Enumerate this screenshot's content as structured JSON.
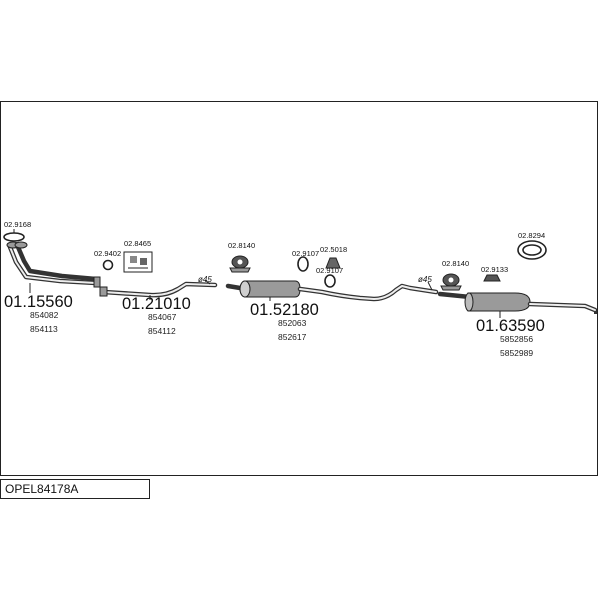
{
  "catalog_code": "OPEL84178A",
  "parts": [
    {
      "number": "01.15560",
      "refs": [
        "854082",
        "854113"
      ]
    },
    {
      "number": "01.21010",
      "refs": [
        "854067",
        "854112"
      ]
    },
    {
      "number": "01.52180",
      "refs": [
        "852063",
        "852617"
      ]
    },
    {
      "number": "01.63590",
      "refs": [
        "5852856",
        "5852989"
      ]
    }
  ],
  "accessories": {
    "a1": "02.9168",
    "a2": "02.9402",
    "a3": "02.8465",
    "a4": "02.8140",
    "a5": "02.9107",
    "a6": "02.5018",
    "a7": "02.9107",
    "a8": "02.8140",
    "a9": "02.9133",
    "a10": "02.8294"
  },
  "angle_labels": {
    "first": "45",
    "second": "45"
  },
  "angle_symbol": "ø"
}
